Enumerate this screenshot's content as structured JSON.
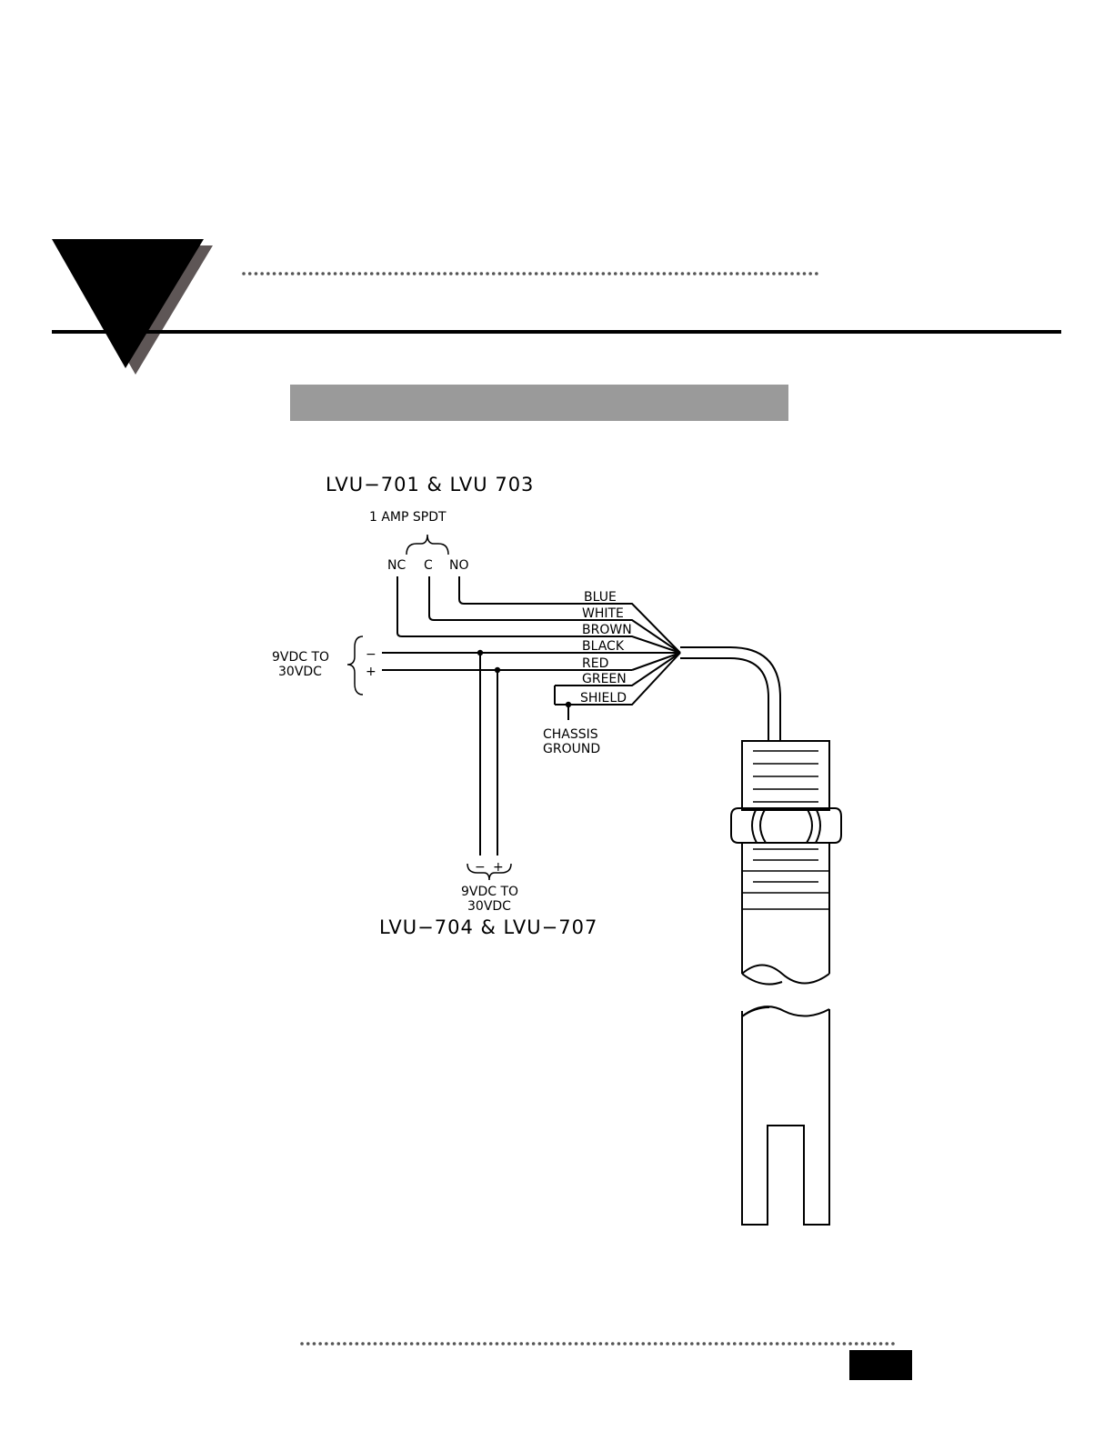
{
  "diagram": {
    "title_top": "LVU−701  &  LVU  703",
    "relay_label": "1  AMP  SPDT",
    "contacts": [
      "NC",
      "C",
      "NO"
    ],
    "wires": [
      "BLUE",
      "WHITE",
      "BROWN",
      "BLACK",
      "RED",
      "GREEN",
      "SHIELD"
    ],
    "supply_left": {
      "line1": "9VDC  TO",
      "line2": "30VDC",
      "minus": "−",
      "plus": "+"
    },
    "ground": {
      "line1": "CHASSIS",
      "line2": "GROUND"
    },
    "supply_bottom": {
      "minus": "−",
      "plus": "+",
      "line1": "9VDC  TO",
      "line2": "30VDC"
    },
    "title_bottom": "LVU−704  &  LVU−707"
  }
}
